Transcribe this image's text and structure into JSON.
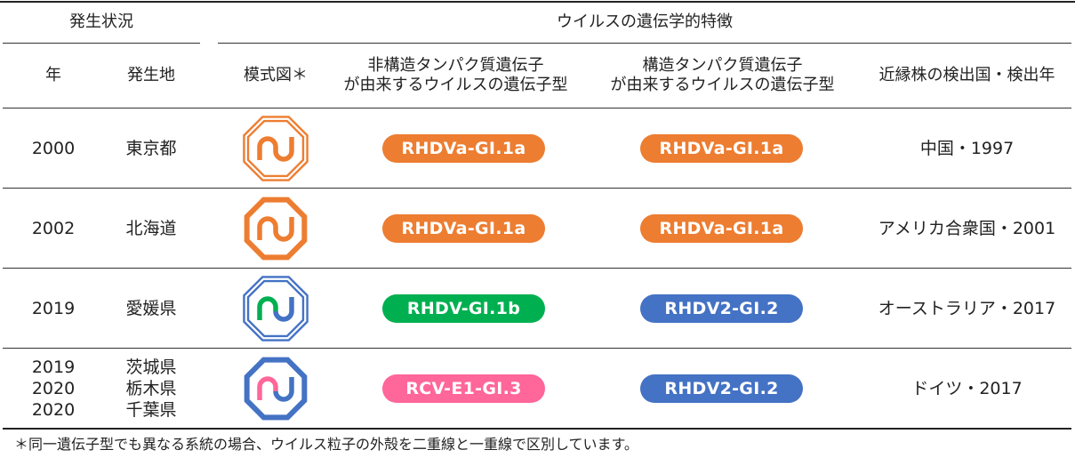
{
  "colors": {
    "orange": "#ED7D31",
    "green": "#00B050",
    "pink": "#FF6699",
    "blue": "#4472C4"
  },
  "headers": {
    "group_left": "発生状況",
    "group_right": "ウイルスの遺伝学的特徴",
    "col_year": "年",
    "col_place": "発生地",
    "col_diagram": "模式図＊",
    "col_nonstructural_1": "非構造タンパク質遺伝子",
    "col_nonstructural_2": "が由来するウイルスの遺伝子型",
    "col_structural_1": "構造タンパク質遺伝子",
    "col_structural_2": "が由来するウイルスの遺伝子型",
    "col_related": "近縁株の検出国・検出年"
  },
  "rows": [
    {
      "years": [
        "2000"
      ],
      "places": [
        "東京都"
      ],
      "icon": {
        "shell": "double",
        "shell_color": "orange",
        "strand_left": "orange",
        "strand_right": "orange"
      },
      "nonstructural": {
        "label": "RHDVa-GI.1a",
        "color": "orange"
      },
      "structural": {
        "label": "RHDVa-GI.1a",
        "color": "orange"
      },
      "related": "中国・1997"
    },
    {
      "years": [
        "2002"
      ],
      "places": [
        "北海道"
      ],
      "icon": {
        "shell": "single",
        "shell_color": "orange",
        "strand_left": "orange",
        "strand_right": "orange"
      },
      "nonstructural": {
        "label": "RHDVa-GI.1a",
        "color": "orange"
      },
      "structural": {
        "label": "RHDVa-GI.1a",
        "color": "orange"
      },
      "related": "アメリカ合衆国・2001"
    },
    {
      "years": [
        "2019"
      ],
      "places": [
        "愛媛県"
      ],
      "icon": {
        "shell": "double",
        "shell_color": "blue",
        "strand_left": "green",
        "strand_right": "blue"
      },
      "nonstructural": {
        "label": "RHDV-GI.1b",
        "color": "green"
      },
      "structural": {
        "label": "RHDV2-GI.2",
        "color": "blue"
      },
      "related": "オーストラリア・2017"
    },
    {
      "years": [
        "2019",
        "2020",
        "2020"
      ],
      "places": [
        "茨城県",
        "栃木県",
        "千葉県"
      ],
      "icon": {
        "shell": "single",
        "shell_color": "blue",
        "strand_left": "pink",
        "strand_right": "blue"
      },
      "nonstructural": {
        "label": "RCV-E1-GI.3",
        "color": "pink"
      },
      "structural": {
        "label": "RHDV2-GI.2",
        "color": "blue"
      },
      "related": "ドイツ・2017"
    }
  ],
  "footnote": "＊同一遺伝子型でも異なる系統の場合、ウイルス粒子の外殻を二重線と一重線で区別しています。"
}
